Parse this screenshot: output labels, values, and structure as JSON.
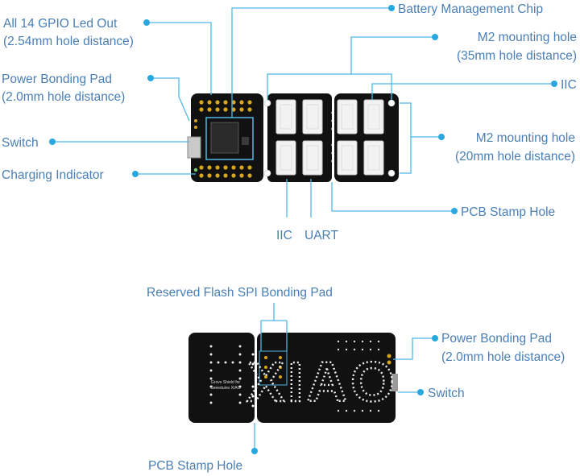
{
  "colors": {
    "label_text": "#4a7fb5",
    "leader": "#4fb8e6",
    "dot": "#29a8df",
    "board": "#111111",
    "pad": "#d8a520",
    "connector": "#f2f2f2",
    "silk": "#e8e8e8"
  },
  "top_labels": {
    "gpio_l1": "All 14 GPIO Led Out",
    "gpio_l2": "(2.54mm hole distance)",
    "power_l1": "Power Bonding Pad",
    "power_l2": "(2.0mm hole distance)",
    "switch": "Switch",
    "charging": "Charging Indicator",
    "battery": "Battery Management Chip",
    "m2_35_l1": "M2 mounting hole",
    "m2_35_l2": "(35mm hole distance)",
    "iic_right": "IIC",
    "m2_20_l1": "M2 mounting hole",
    "m2_20_l2": "(20mm hole distance)",
    "pcb_stamp": "PCB Stamp Hole",
    "iic_bottom": "IIC",
    "uart_bottom": "UART"
  },
  "bottom_labels": {
    "flash": "Reserved Flash SPI Bonding Pad",
    "power_l1": "Power Bonding Pad",
    "power_l2": "(2.0mm hole distance)",
    "switch": "Switch",
    "pcb_stamp": "PCB Stamp Hole"
  },
  "board_silk": {
    "logo_letters": "XIAO",
    "logo_letter_h": "H",
    "brand_l1": "Grove Shield for",
    "brand_l2": "Seeeduino XIAO"
  }
}
